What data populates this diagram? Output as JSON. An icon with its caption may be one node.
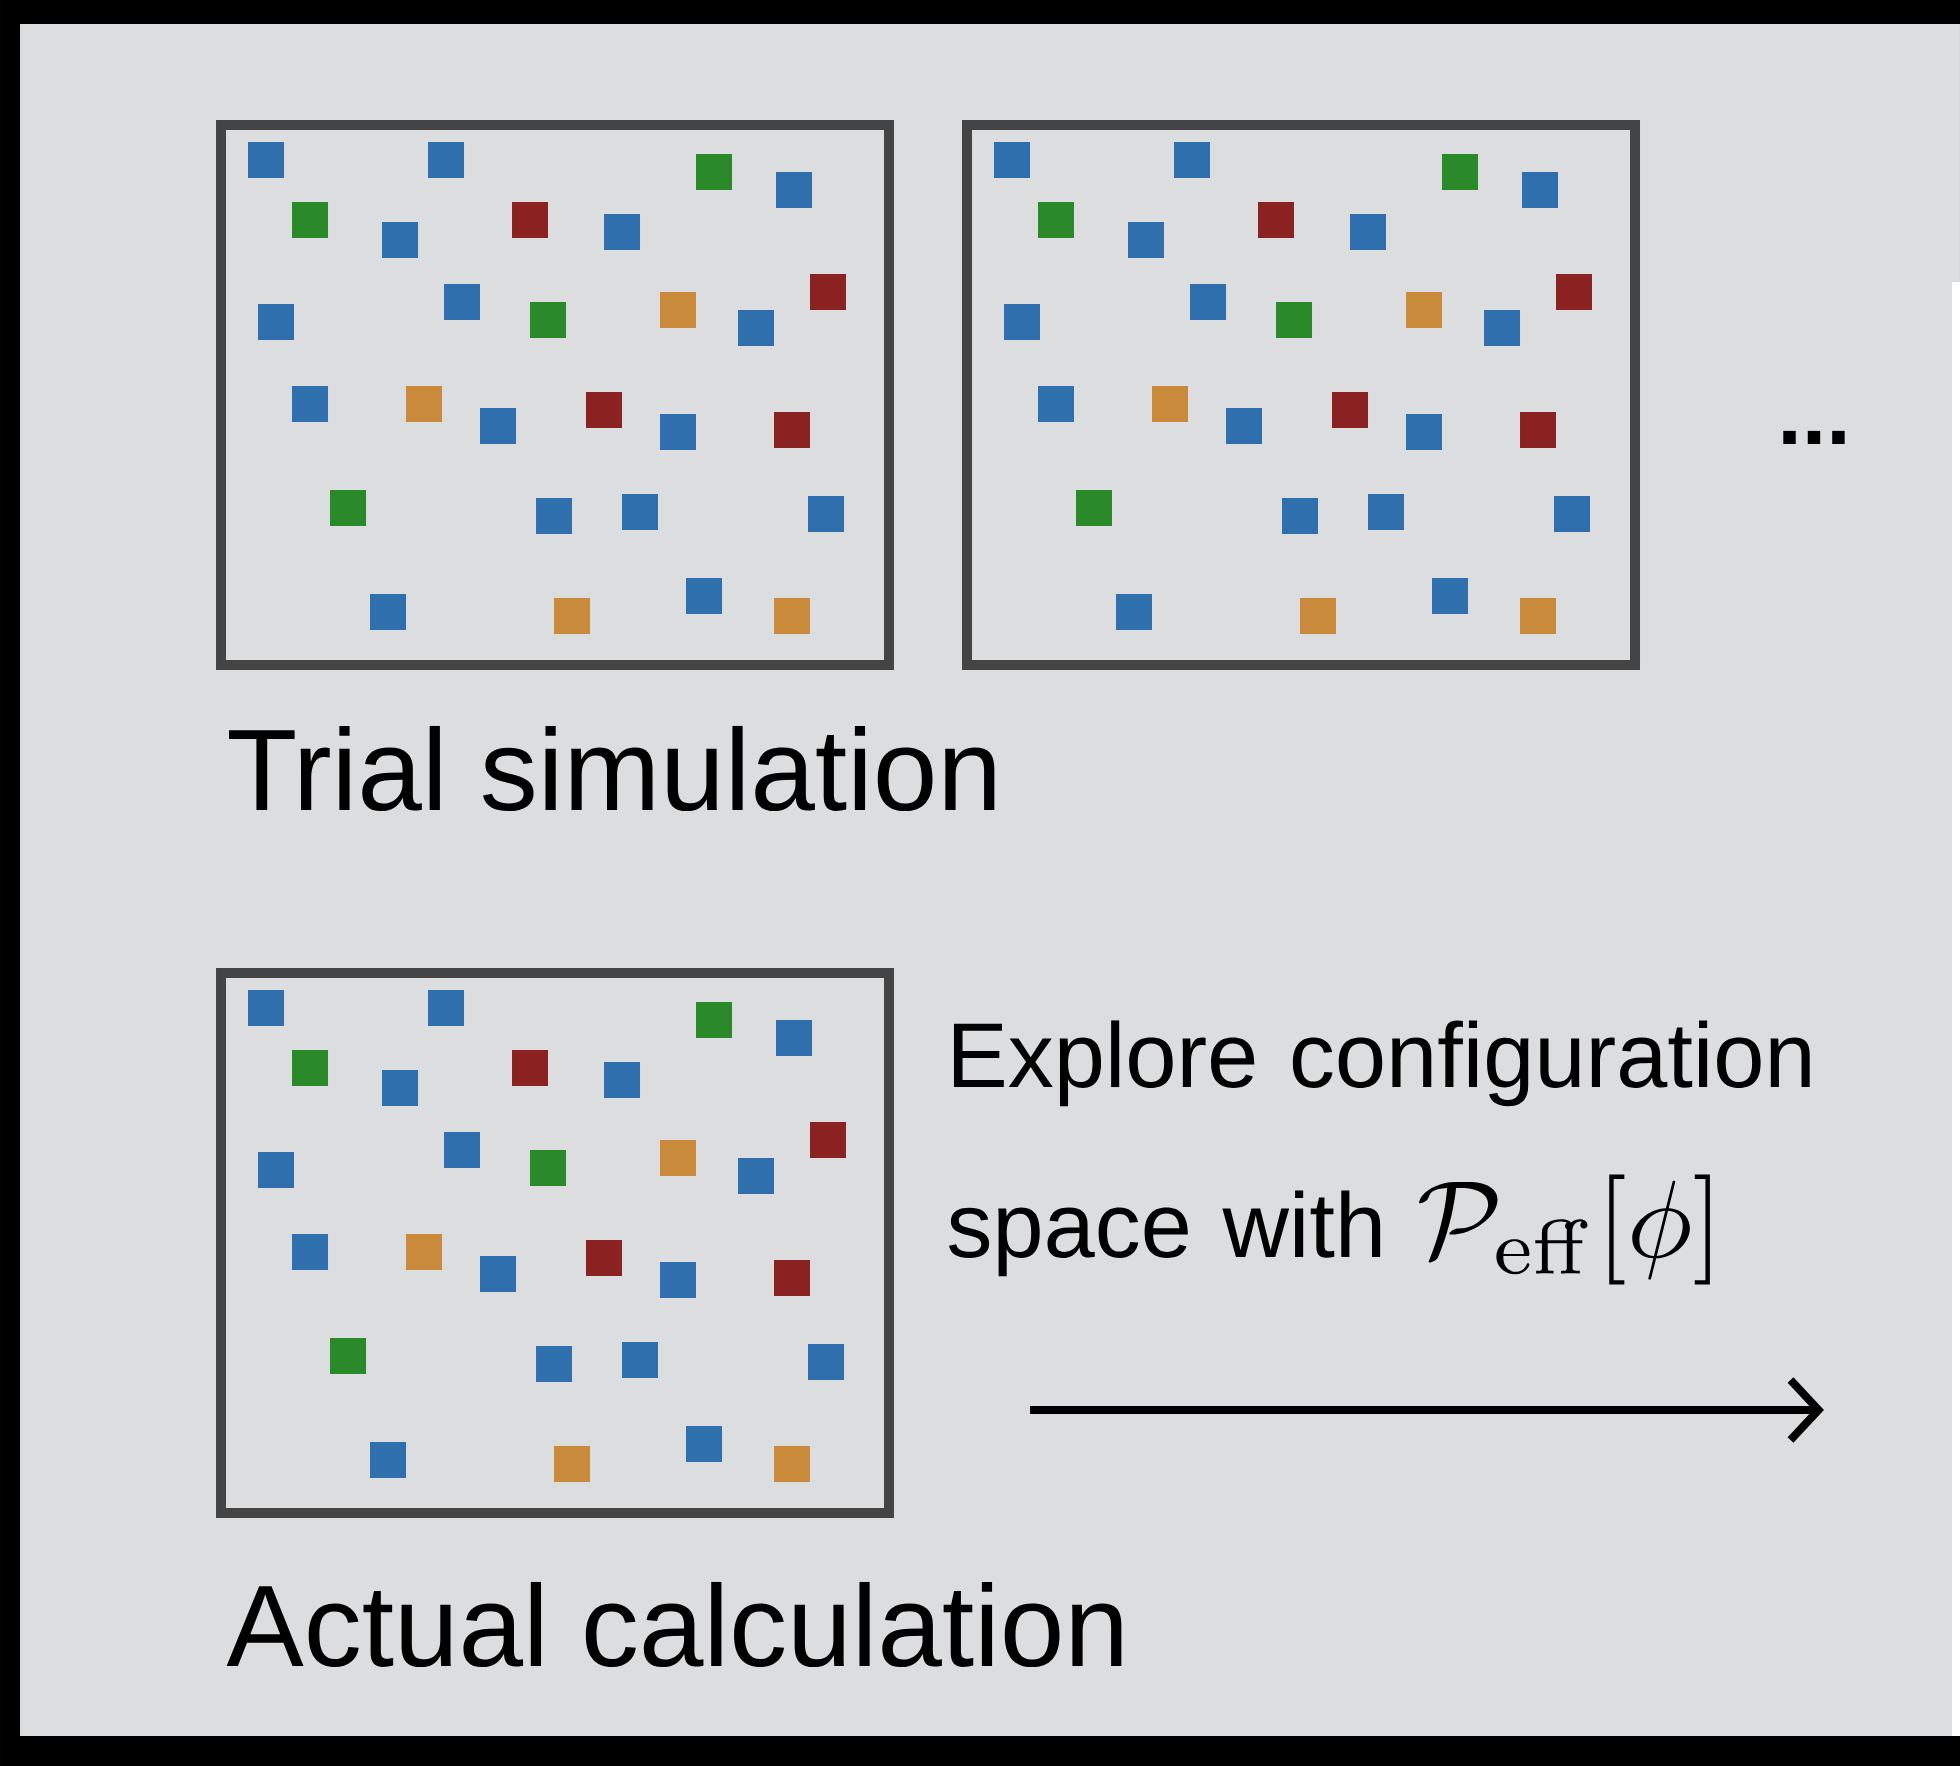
{
  "diagram": {
    "nodes": [
      {
        "text": [],
        "shape": "picture"
      },
      {
        "text": [],
        "shape": "picture"
      },
      {
        "text": [],
        "shape": "picture"
      }
    ],
    "labels": [
      "...",
      "Trial simulation",
      "Explore configuration space with",
      "\\mathcal{P}_{\\mathrm{eff}}[\\phi]",
      "Actual calculation"
    ]
  }
}
